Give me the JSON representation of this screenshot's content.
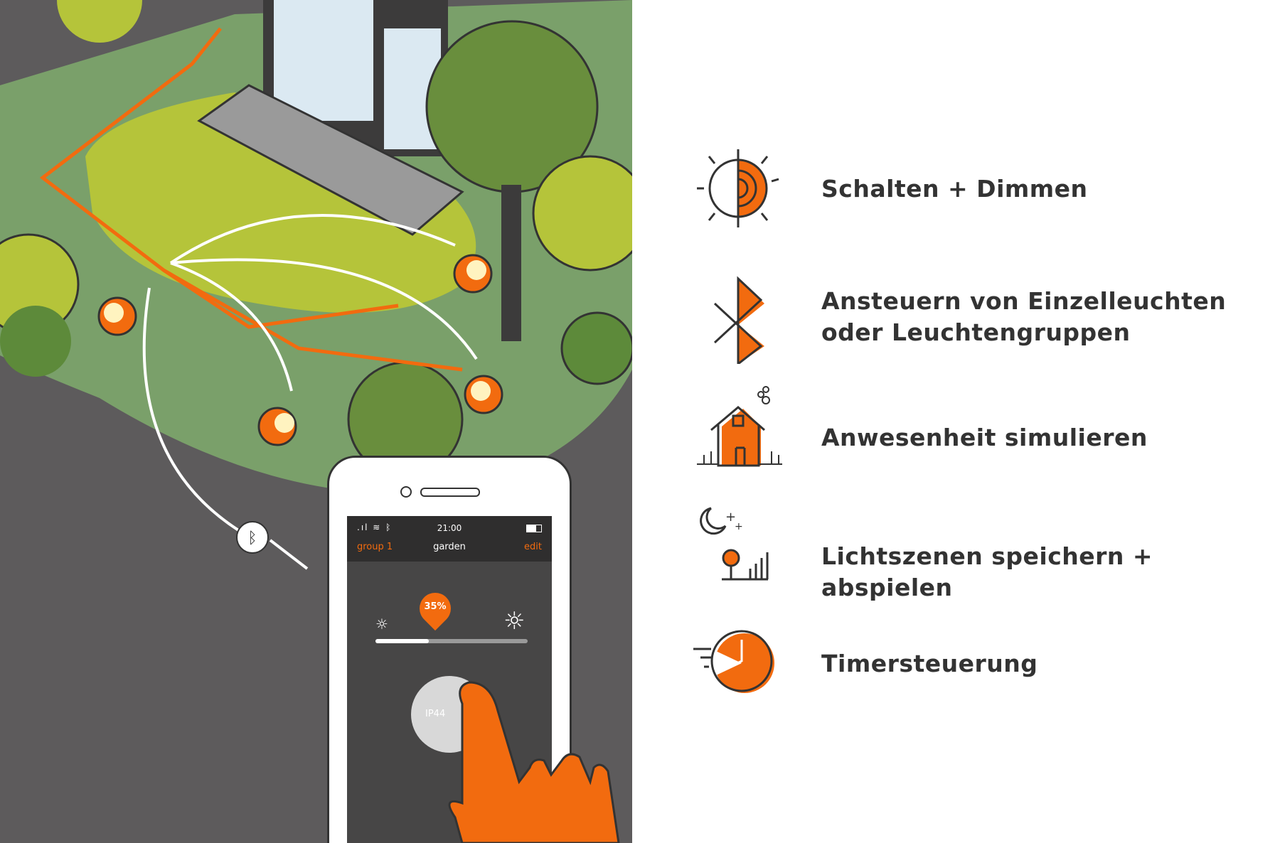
{
  "phone": {
    "time": "21:00",
    "group_label": "group 1",
    "title": "garden",
    "edit_label": "edit",
    "brightness_percent_label": "35%",
    "brightness_value": 0.35,
    "lamp_button_label": "IP44"
  },
  "features": [
    {
      "icon": "sun-dimming-icon",
      "label": "Schalten + Dimmen"
    },
    {
      "icon": "bluetooth-icon",
      "label": "Ansteuern von Einzelleuchten",
      "label2": "oder Leuchtengruppen"
    },
    {
      "icon": "house-icon",
      "label": "Anwesenheit simulieren"
    },
    {
      "icon": "moon-scene-icon",
      "label": "Lichtszenen speichern + abspielen"
    },
    {
      "icon": "timer-clock-icon",
      "label": "Timersteuerung"
    }
  ],
  "colors": {
    "accent": "#f26b0f",
    "text": "#333333",
    "lawn": "#b5c43a",
    "grass": "#7aa06a",
    "asphalt": "#5d5b5c"
  }
}
